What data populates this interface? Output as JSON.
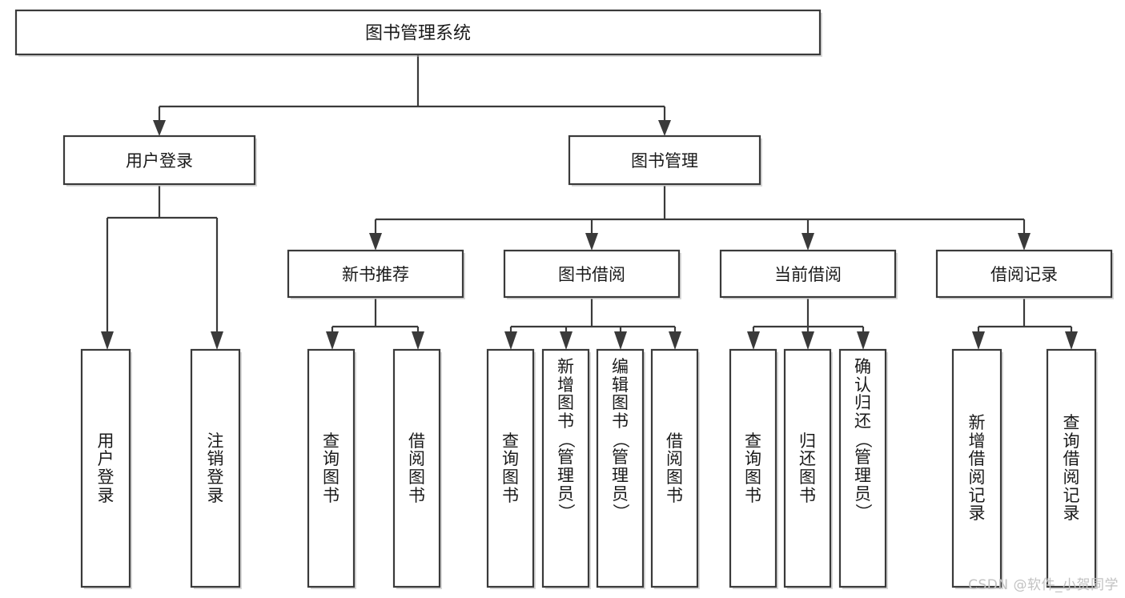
{
  "diagram": {
    "type": "tree-hierarchy",
    "title": "图书管理系统",
    "watermark": "CSDN @软件_小贺同学",
    "colors": {
      "stroke": "#3a3a3a",
      "box_fill": "#ffffff",
      "text": "#1a1a1a",
      "background": "#ffffff",
      "watermark": "#c2c2c2"
    },
    "root": {
      "label": "图书管理系统"
    },
    "level2": [
      {
        "label": "用户登录"
      },
      {
        "label": "图书管理"
      }
    ],
    "level3": [
      {
        "label": "新书推荐"
      },
      {
        "label": "图书借阅"
      },
      {
        "label": "当前借阅"
      },
      {
        "label": "借阅记录"
      }
    ],
    "leaves": {
      "user_login": [
        {
          "label": "用户登录",
          "chars": [
            "用",
            "户",
            "登",
            "录"
          ]
        },
        {
          "label": "注销登录",
          "chars": [
            "注",
            "销",
            "登",
            "录"
          ]
        }
      ],
      "new_book_recommend": [
        {
          "label": "查询图书",
          "chars": [
            "查",
            "询",
            "图",
            "书"
          ]
        },
        {
          "label": "借阅图书",
          "chars": [
            "借",
            "阅",
            "图",
            "书"
          ]
        }
      ],
      "book_borrow": [
        {
          "label": "查询图书",
          "chars": [
            "查",
            "询",
            "图",
            "书"
          ]
        },
        {
          "label": "新增图书（管理员）",
          "chars": [
            "新",
            "增",
            "图",
            "书",
            "（",
            "管",
            "理",
            "员",
            "）"
          ]
        },
        {
          "label": "编辑图书（管理员）",
          "chars": [
            "编",
            "辑",
            "图",
            "书",
            "（",
            "管",
            "理",
            "员",
            "）"
          ]
        },
        {
          "label": "借阅图书",
          "chars": [
            "借",
            "阅",
            "图",
            "书"
          ]
        }
      ],
      "current_borrow": [
        {
          "label": "查询图书",
          "chars": [
            "查",
            "询",
            "图",
            "书"
          ]
        },
        {
          "label": "归还图书",
          "chars": [
            "归",
            "还",
            "图",
            "书"
          ]
        },
        {
          "label": "确认归还（管理员）",
          "chars": [
            "确",
            "认",
            "归",
            "还",
            "（",
            "管",
            "理",
            "员",
            "）"
          ]
        }
      ],
      "borrow_records": [
        {
          "label": "新增借阅记录",
          "chars": [
            "新",
            "增",
            "借",
            "阅",
            "记",
            "录"
          ]
        },
        {
          "label": "查询借阅记录",
          "chars": [
            "查",
            "询",
            "借",
            "阅",
            "记",
            "录"
          ]
        }
      ]
    }
  }
}
